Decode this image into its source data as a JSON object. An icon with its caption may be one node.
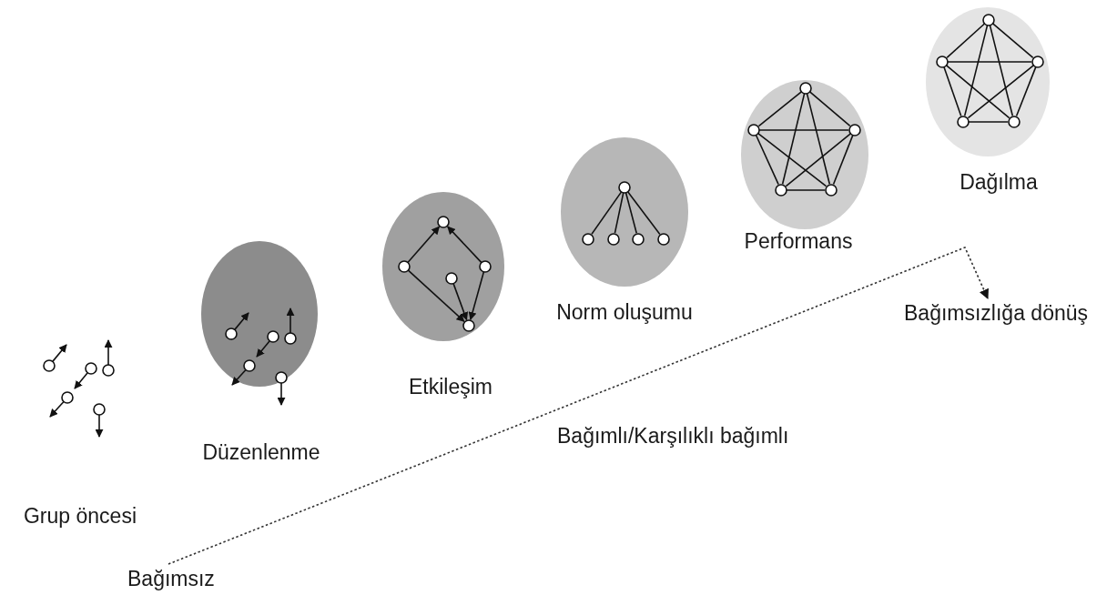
{
  "diagram": {
    "nodes": [
      {
        "text": [
          "Grup öncesi"
        ]
      },
      {
        "text": [
          "Düzenlenme"
        ]
      },
      {
        "text": [
          "Etkileşim"
        ]
      },
      {
        "text": [
          "Norm oluşumu"
        ]
      },
      {
        "text": [
          "Performans"
        ]
      },
      {
        "text": [
          "Dağılma"
        ]
      },
      {
        "text": [
          "Bağımsız"
        ]
      },
      {
        "text": [
          "Bağımsızlığa dönüş"
        ]
      }
    ],
    "edges": [
      {
        "from": 6,
        "to": 7,
        "arrow": "to",
        "style": "dashed"
      }
    ],
    "labels": [
      "Bağımlı/Karşılıklı bağımlı"
    ]
  }
}
